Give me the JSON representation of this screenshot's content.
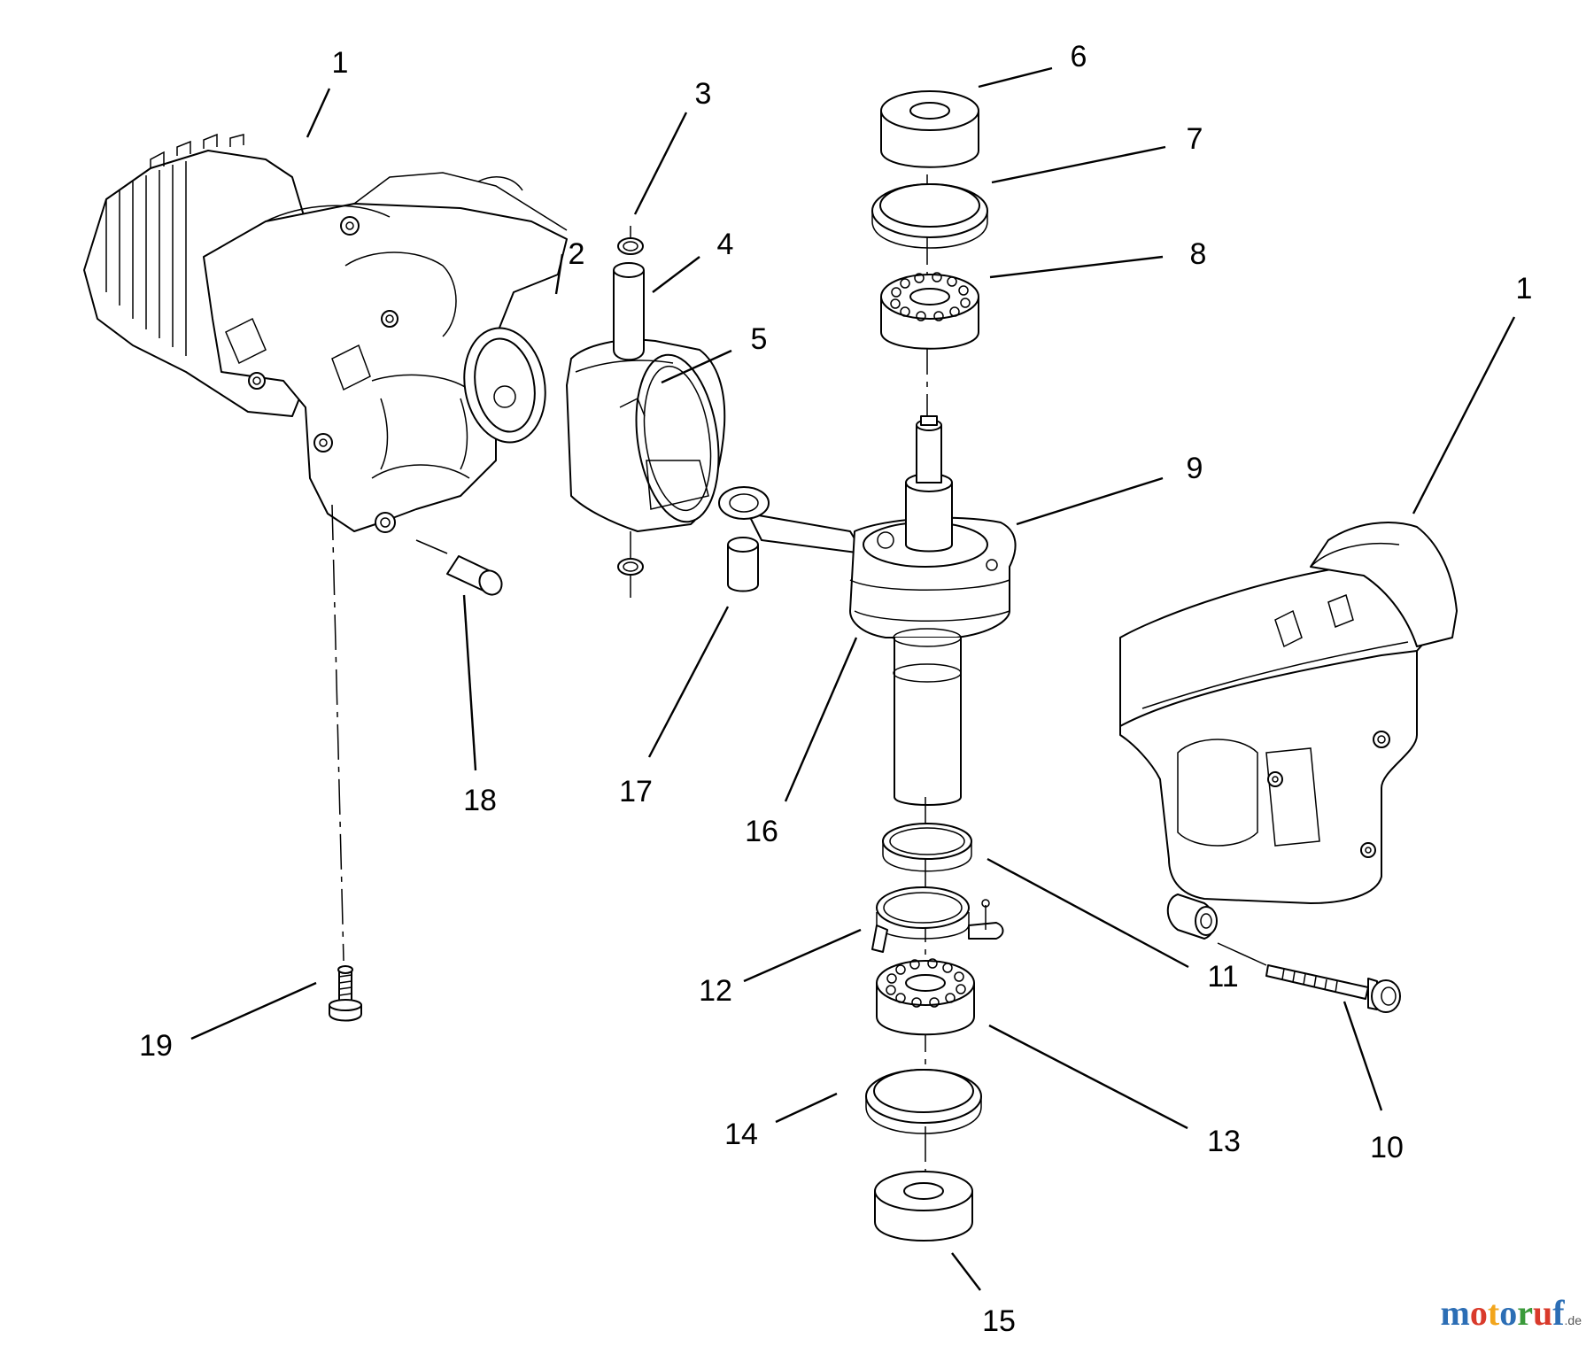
{
  "diagram": {
    "callouts": [
      "1",
      "2",
      "3",
      "4",
      "5",
      "6",
      "7",
      "8",
      "9",
      "10",
      "11",
      "12",
      "13",
      "14",
      "15",
      "16",
      "17",
      "18",
      "19",
      "1"
    ]
  },
  "watermark": {
    "letters": [
      "m",
      "o",
      "t",
      "o",
      "r",
      "u",
      "f"
    ],
    "suffix": ".de",
    "colors": [
      "#2c6eb5",
      "#d93a2b",
      "#f2a51c",
      "#2c6eb5",
      "#3a9a3a",
      "#d93a2b",
      "#2c6eb5"
    ]
  }
}
